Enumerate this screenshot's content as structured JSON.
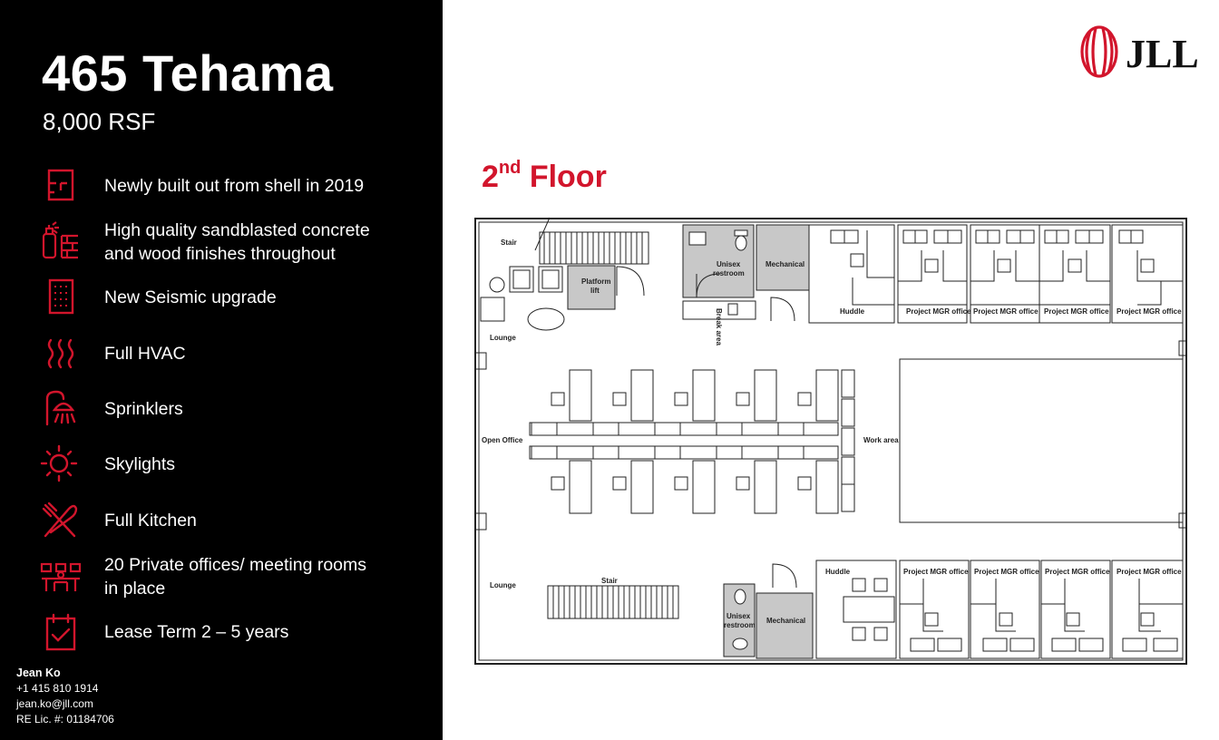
{
  "brand": {
    "logo_text": "JLL",
    "accent_color": "#d2152c"
  },
  "property": {
    "name": "465 Tehama",
    "size": "8,000 RSF"
  },
  "features": [
    {
      "icon": "floorplan-icon",
      "lines": [
        "Newly built out from shell in 2019"
      ]
    },
    {
      "icon": "spray-paint-bricks-icon",
      "lines": [
        "High quality sandblasted concrete",
        "and wood finishes throughout"
      ]
    },
    {
      "icon": "building-grid-icon",
      "lines": [
        "New Seismic upgrade"
      ]
    },
    {
      "icon": "heat-waves-icon",
      "lines": [
        "Full HVAC"
      ]
    },
    {
      "icon": "shower-head-icon",
      "lines": [
        "Sprinklers"
      ]
    },
    {
      "icon": "sun-icon",
      "lines": [
        "Skylights"
      ]
    },
    {
      "icon": "fork-knife-icon",
      "lines": [
        "Full Kitchen"
      ]
    },
    {
      "icon": "meeting-table-icon",
      "lines": [
        "20 Private offices/ meeting rooms",
        "in place"
      ]
    },
    {
      "icon": "calendar-check-icon",
      "lines": [
        "Lease Term 2 – 5 years"
      ]
    }
  ],
  "contact": {
    "name": "Jean Ko",
    "phone": "+1 415 810 1914",
    "email": "jean.ko@jll.com",
    "license": "RE Lic. #: 01184706"
  },
  "floor": {
    "title_number": "2",
    "title_suffix": "nd",
    "title_word": "Floor",
    "labels": {
      "stair_top": "Stair",
      "platform_lift_1": "Platform",
      "platform_lift_2": "lift",
      "unisex_top_1": "Unisex",
      "unisex_top_2": "restroom",
      "mechanical_top": "Mechanical",
      "break_area": "Break area",
      "huddle_top": "Huddle",
      "pm_top_1": "Project MGR office",
      "pm_top_2": "Project MGR office",
      "pm_top_3": "Project MGR office",
      "pm_top_4": "Project MGR office",
      "lounge_top": "Lounge",
      "open_office": "Open Office",
      "work_area": "Work area",
      "lounge_bottom": "Lounge",
      "stair_bottom": "Stair",
      "unisex_bottom_1": "Unisex",
      "unisex_bottom_2": "restroom",
      "mechanical_bottom": "Mechanical",
      "huddle_bottom": "Huddle",
      "pm_bottom_1": "Project MGR office",
      "pm_bottom_2": "Project MGR office",
      "pm_bottom_3": "Project MGR office",
      "pm_bottom_4": "Project MGR office"
    }
  }
}
